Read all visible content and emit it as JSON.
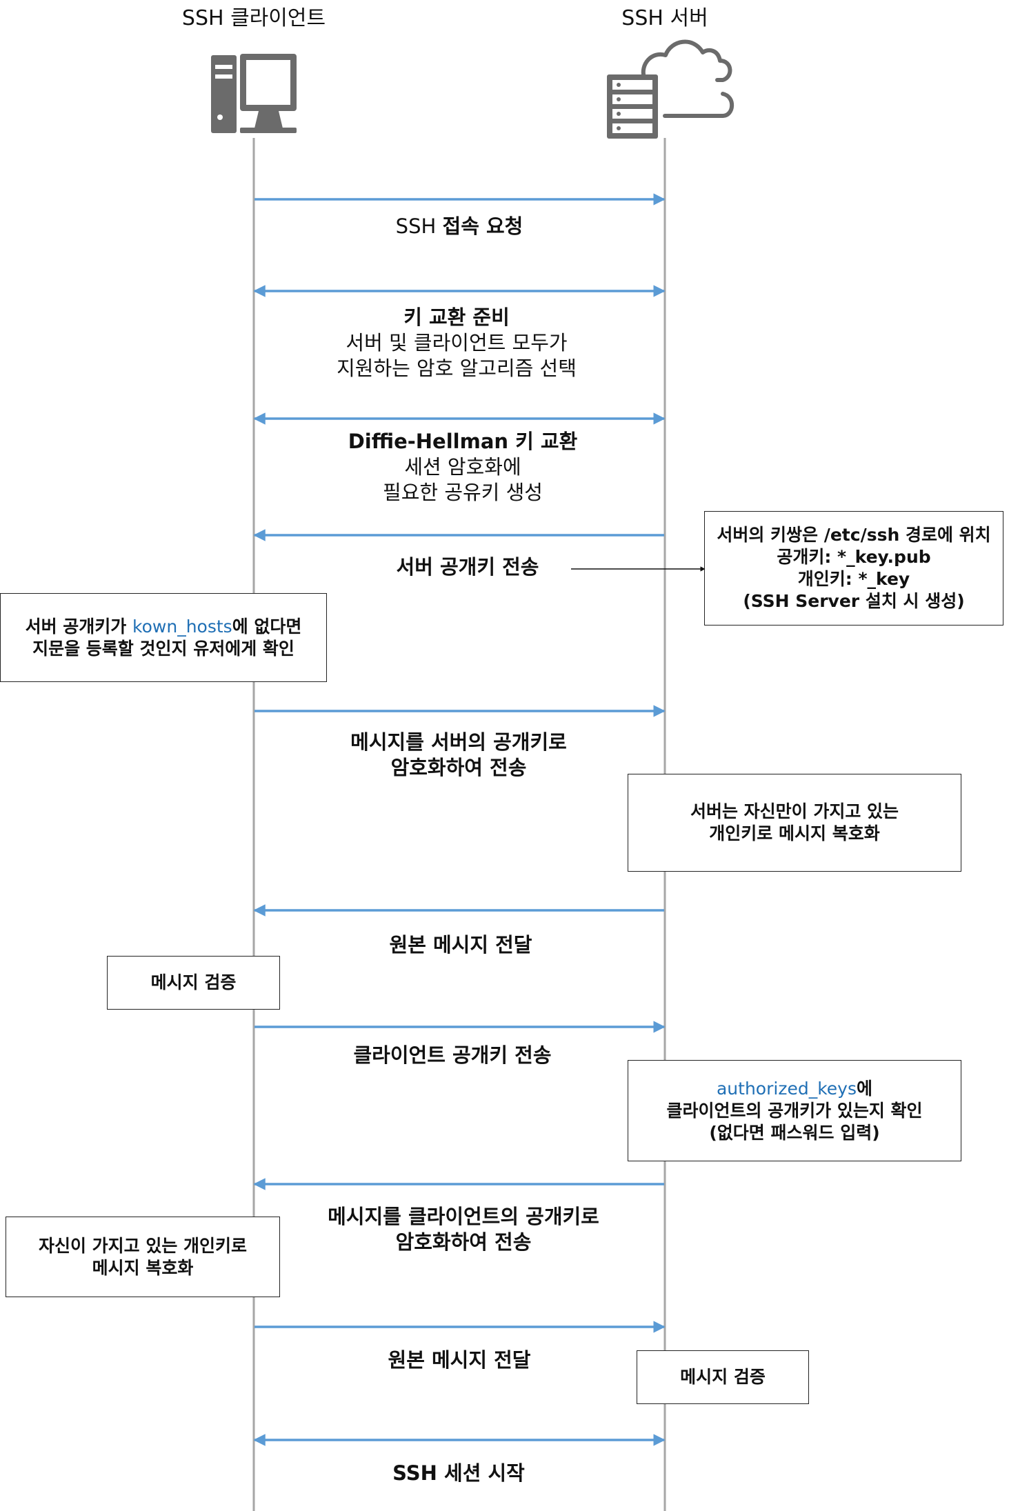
{
  "participants": {
    "client": {
      "label": "SSH 클라이언트",
      "icon": "desktop-computer-icon"
    },
    "server": {
      "label": "SSH 서버",
      "icon": "server-cloud-icon"
    }
  },
  "colors": {
    "arrow": "#5b9bd5",
    "lifeline": "#a6a6a6",
    "icon": "#6b6b6b",
    "highlight": "#1f6fb5"
  },
  "messages": [
    {
      "id": "m1",
      "direction": "right",
      "title": "SSH 접속 요청",
      "lines": []
    },
    {
      "id": "m2",
      "direction": "both",
      "title": "키 교환 준비",
      "lines": [
        "서버 및 클라이언트 모두가",
        "지원하는 암호 알고리즘 선택"
      ]
    },
    {
      "id": "m3",
      "direction": "both",
      "title": "Diffie-Hellman 키 교환",
      "lines": [
        "세션 암호화에",
        "필요한 공유키 생성"
      ]
    },
    {
      "id": "m4",
      "direction": "left",
      "title": "서버 공개키 전송",
      "lines": []
    },
    {
      "id": "m5",
      "direction": "right",
      "title": "메시지를 서버의 공개키로",
      "lines": [
        "암호화하여 전송"
      ]
    },
    {
      "id": "m6",
      "direction": "left",
      "title": "원본 메시지 전달",
      "lines": []
    },
    {
      "id": "m7",
      "direction": "right",
      "title": "클라이언트 공개키 전송",
      "lines": []
    },
    {
      "id": "m8",
      "direction": "left",
      "title": "메시지를 클라이언트의 공개키로",
      "lines": [
        "암호화하여 전송"
      ]
    },
    {
      "id": "m9",
      "direction": "right",
      "title": "원본 메시지 전달",
      "lines": []
    },
    {
      "id": "m10",
      "direction": "both",
      "title": "SSH 세션 시작",
      "lines": []
    }
  ],
  "notes": {
    "server_keypair": {
      "lines": [
        "서버의 키쌍은 /etc/ssh 경로에 위치",
        "공개키: *_key.pub",
        "개인키: *_key",
        "(SSH Server 설치 시 생성)"
      ]
    },
    "known_hosts": {
      "line1_pre": "서버 공개키가 ",
      "line1_hl": "kown_hosts",
      "line1_post": "에 없다면",
      "line2": "지문을 등록할 것인지 유저에게 확인"
    },
    "server_decrypt": {
      "lines": [
        "서버는 자신만이 가지고 있는",
        "개인키로 메시지 복호화"
      ]
    },
    "client_verify": {
      "lines": [
        "메시지 검증"
      ]
    },
    "authorized_keys": {
      "line1_hl": "authorized_keys",
      "line1_post": "에",
      "line2": "클라이언트의 공개키가 있는지 확인",
      "line3": "(없다면 패스워드 입력)"
    },
    "client_decrypt": {
      "lines": [
        "자신이 가지고 있는 개인키로",
        "메시지 복호화"
      ]
    },
    "server_verify": {
      "lines": [
        "메시지 검증"
      ]
    }
  }
}
